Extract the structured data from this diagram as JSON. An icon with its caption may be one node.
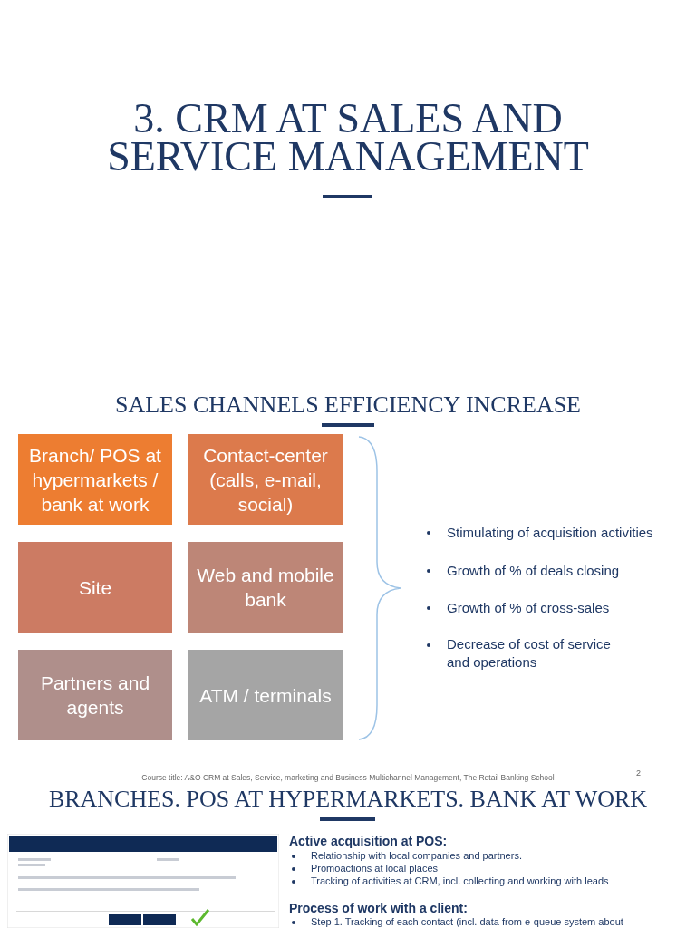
{
  "diagram": {
    "title": "3. CRM AT SALES AND SERVICE MANAGEMENT",
    "nodes": [
      {
        "text": [
          "Branch/ POS at hypermarkets / bank at work"
        ]
      },
      {
        "text": [
          "Contact-center (calls, e-mail, social)"
        ]
      },
      {
        "text": [
          "Site"
        ]
      },
      {
        "text": [
          "Web and mobile bank"
        ]
      },
      {
        "text": [
          "Partners and agents"
        ]
      },
      {
        "text": [
          "ATM / terminals"
        ]
      }
    ],
    "labels": [
      "SALES CHANNELS EFFICIENCY INCREASE",
      "Stimulating of acquisition activities",
      "Growth of % of deals closing",
      "Growth of % of cross-sales",
      "Decrease of cost of service and operations",
      "Course title: A&O CRM at Sales, Service, marketing and Business Multichannel Management, The Retail Banking School",
      "2",
      "BRANCHES. POS AT HYPERMARKETS. BANK AT WORK",
      "Active acquisition at POS:",
      "Relationship with local companies and partners.",
      "Promoactions at local places",
      "Tracking of activities at CRM, incl. collecting and working with leads",
      "Process of work with a client:",
      "Step 1. Tracking of each contact (incl. data from e-queue system about"
    ]
  }
}
